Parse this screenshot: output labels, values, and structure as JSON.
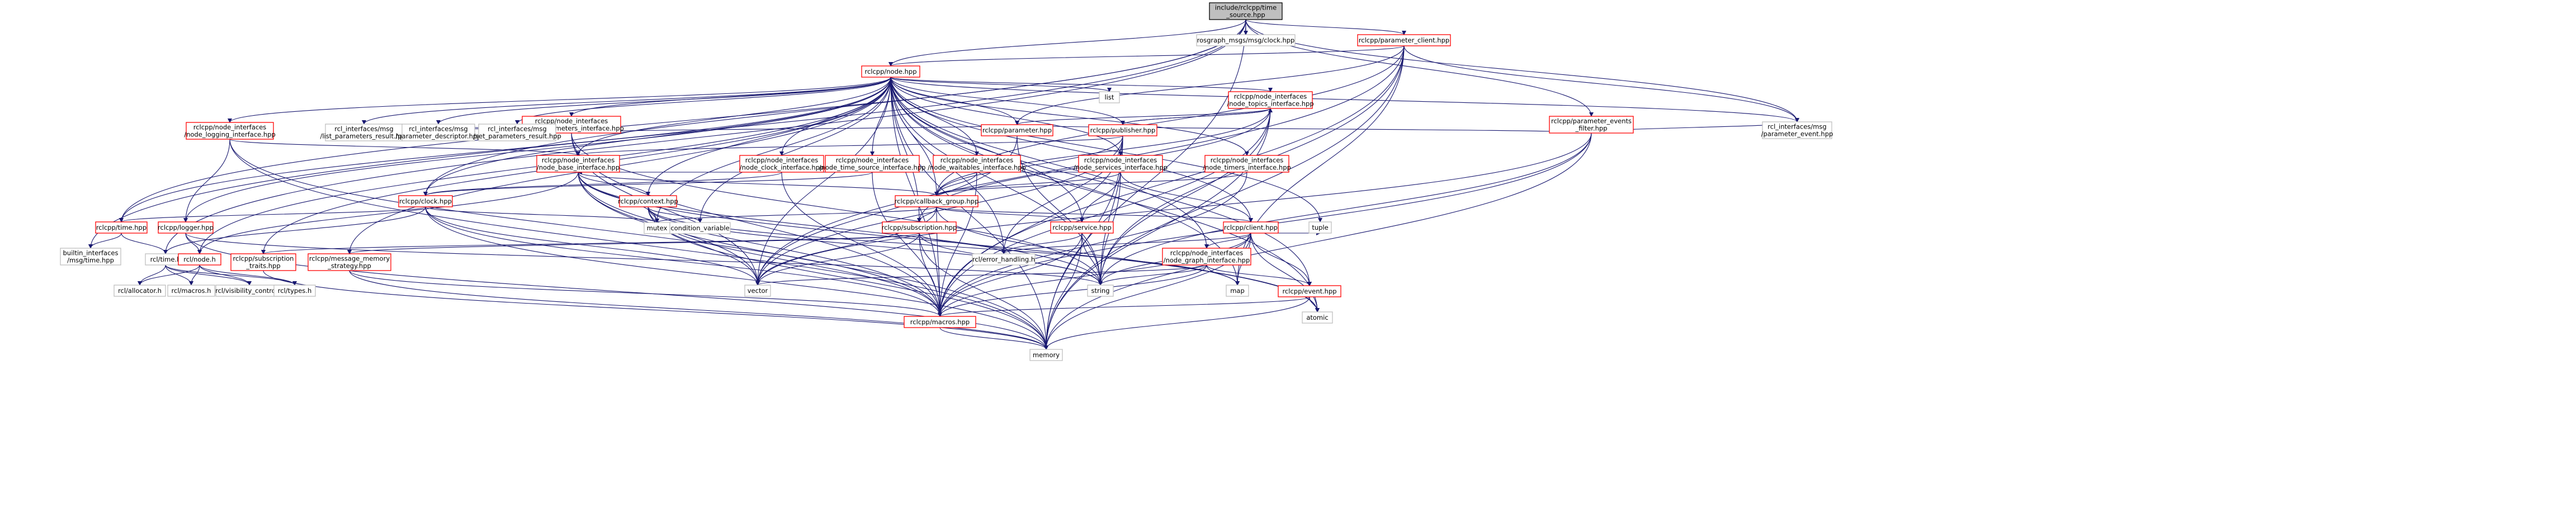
{
  "colors": {
    "root_fill": "#bfbfbf",
    "root_border": "#000000",
    "linked_border": "#ff0000",
    "external_border": "#bfbfbf",
    "node_fill": "#ffffff",
    "edge": "#191970"
  },
  "nodes": [
    {
      "id": "root",
      "lines": [
        "include/rclcpp/time",
        "_source.hpp"
      ],
      "kind": "root"
    },
    {
      "id": "clock_msg",
      "lines": [
        "rosgraph_msgs/msg/clock.hpp"
      ],
      "kind": "external"
    },
    {
      "id": "parameter_client",
      "lines": [
        "rclcpp/parameter_client.hpp"
      ],
      "kind": "linked"
    },
    {
      "id": "node",
      "lines": [
        "rclcpp/node.hpp"
      ],
      "kind": "linked"
    },
    {
      "id": "list",
      "lines": [
        "list"
      ],
      "kind": "external"
    },
    {
      "id": "parameter_events_filter",
      "lines": [
        "rclcpp/parameter_events",
        "_filter.hpp"
      ],
      "kind": "linked"
    },
    {
      "id": "ni_parameters",
      "lines": [
        "rclcpp/node_interfaces",
        "/node_parameters_interface.hpp"
      ],
      "kind": "linked"
    },
    {
      "id": "ni_topics",
      "lines": [
        "rclcpp/node_interfaces",
        "/node_topics_interface.hpp"
      ],
      "kind": "linked"
    },
    {
      "id": "rcl_param_event",
      "lines": [
        "rcl_interfaces/msg",
        "/parameter_event.hpp"
      ],
      "kind": "external"
    },
    {
      "id": "ni_logging",
      "lines": [
        "rclcpp/node_interfaces",
        "/node_logging_interface.hpp"
      ],
      "kind": "linked"
    },
    {
      "id": "list_params_result",
      "lines": [
        "rcl_interfaces/msg",
        "/list_parameters_result.hpp"
      ],
      "kind": "external"
    },
    {
      "id": "param_descriptor",
      "lines": [
        "rcl_interfaces/msg",
        "/parameter_descriptor.hpp"
      ],
      "kind": "external"
    },
    {
      "id": "set_params_result",
      "lines": [
        "rcl_interfaces/msg",
        "/set_parameters_result.hpp"
      ],
      "kind": "external"
    },
    {
      "id": "parameter",
      "lines": [
        "rclcpp/parameter.hpp"
      ],
      "kind": "linked"
    },
    {
      "id": "publisher",
      "lines": [
        "rclcpp/publisher.hpp"
      ],
      "kind": "linked"
    },
    {
      "id": "ni_base",
      "lines": [
        "rclcpp/node_interfaces",
        "/node_base_interface.hpp"
      ],
      "kind": "linked"
    },
    {
      "id": "ni_clock",
      "lines": [
        "rclcpp/node_interfaces",
        "/node_clock_interface.hpp"
      ],
      "kind": "linked"
    },
    {
      "id": "ni_time_source",
      "lines": [
        "rclcpp/node_interfaces",
        "/node_time_source_interface.hpp"
      ],
      "kind": "linked"
    },
    {
      "id": "ni_waitables",
      "lines": [
        "rclcpp/node_interfaces",
        "/node_waitables_interface.hpp"
      ],
      "kind": "linked"
    },
    {
      "id": "ni_services",
      "lines": [
        "rclcpp/node_interfaces",
        "/node_services_interface.hpp"
      ],
      "kind": "linked"
    },
    {
      "id": "ni_timers",
      "lines": [
        "rclcpp/node_interfaces",
        "/node_timers_interface.hpp"
      ],
      "kind": "linked"
    },
    {
      "id": "clock",
      "lines": [
        "rclcpp/clock.hpp"
      ],
      "kind": "linked"
    },
    {
      "id": "context",
      "lines": [
        "rclcpp/context.hpp"
      ],
      "kind": "linked"
    },
    {
      "id": "callback_group",
      "lines": [
        "rclcpp/callback_group.hpp"
      ],
      "kind": "linked"
    },
    {
      "id": "time",
      "lines": [
        "rclcpp/time.hpp"
      ],
      "kind": "linked"
    },
    {
      "id": "logger",
      "lines": [
        "rclcpp/logger.hpp"
      ],
      "kind": "linked"
    },
    {
      "id": "mutex",
      "lines": [
        "mutex"
      ],
      "kind": "external"
    },
    {
      "id": "condition_variable",
      "lines": [
        "condition_variable"
      ],
      "kind": "external"
    },
    {
      "id": "subscription",
      "lines": [
        "rclcpp/subscription.hpp"
      ],
      "kind": "linked"
    },
    {
      "id": "service",
      "lines": [
        "rclcpp/service.hpp"
      ],
      "kind": "linked"
    },
    {
      "id": "client",
      "lines": [
        "rclcpp/client.hpp"
      ],
      "kind": "linked"
    },
    {
      "id": "tuple",
      "lines": [
        "tuple"
      ],
      "kind": "external"
    },
    {
      "id": "builtin_time",
      "lines": [
        "builtin_interfaces",
        "/msg/time.hpp"
      ],
      "kind": "external"
    },
    {
      "id": "rcl_time",
      "lines": [
        "rcl/time.h"
      ],
      "kind": "external"
    },
    {
      "id": "rcl_node",
      "lines": [
        "rcl/node.h"
      ],
      "kind": "linked"
    },
    {
      "id": "subscription_traits",
      "lines": [
        "rclcpp/subscription",
        "_traits.hpp"
      ],
      "kind": "linked"
    },
    {
      "id": "message_memory_strategy",
      "lines": [
        "rclcpp/message_memory",
        "_strategy.hpp"
      ],
      "kind": "linked"
    },
    {
      "id": "ni_graph",
      "lines": [
        "rclcpp/node_interfaces",
        "/node_graph_interface.hpp"
      ],
      "kind": "linked"
    },
    {
      "id": "error_handling",
      "lines": [
        "rcl/error_handling.h"
      ],
      "kind": "external"
    },
    {
      "id": "rcl_allocator",
      "lines": [
        "rcl/allocator.h"
      ],
      "kind": "external"
    },
    {
      "id": "rcl_macros",
      "lines": [
        "rcl/macros.h"
      ],
      "kind": "external"
    },
    {
      "id": "visibility_control",
      "lines": [
        "rcl/visibility_control.h"
      ],
      "kind": "external"
    },
    {
      "id": "rcl_types",
      "lines": [
        "rcl/types.h"
      ],
      "kind": "external"
    },
    {
      "id": "vector",
      "lines": [
        "vector"
      ],
      "kind": "external"
    },
    {
      "id": "string",
      "lines": [
        "string"
      ],
      "kind": "external"
    },
    {
      "id": "map",
      "lines": [
        "map"
      ],
      "kind": "external"
    },
    {
      "id": "event",
      "lines": [
        "rclcpp/event.hpp"
      ],
      "kind": "linked"
    },
    {
      "id": "atomic",
      "lines": [
        "atomic"
      ],
      "kind": "external"
    },
    {
      "id": "rclcpp_macros",
      "lines": [
        "rclcpp/macros.hpp"
      ],
      "kind": "linked"
    },
    {
      "id": "memory",
      "lines": [
        "memory"
      ],
      "kind": "external"
    }
  ],
  "edges": [
    [
      "root",
      "clock_msg"
    ],
    [
      "root",
      "parameter_client"
    ],
    [
      "root",
      "node"
    ],
    [
      "root",
      "builtin_time"
    ],
    [
      "root",
      "rcl_time"
    ],
    [
      "root",
      "time"
    ],
    [
      "root",
      "clock"
    ],
    [
      "root",
      "rcl_param_event"
    ],
    [
      "root",
      "parameter_events_filter"
    ],
    [
      "root",
      "memory"
    ],
    [
      "parameter_client",
      "node"
    ],
    [
      "parameter_client",
      "parameter"
    ],
    [
      "parameter_client",
      "rcl_param_event"
    ],
    [
      "parameter_client",
      "string"
    ],
    [
      "parameter_client",
      "vector"
    ],
    [
      "parameter_client",
      "map"
    ],
    [
      "parameter_client",
      "memory"
    ],
    [
      "parameter_client",
      "rclcpp_macros"
    ],
    [
      "parameter_client",
      "callback_group"
    ],
    [
      "node",
      "list"
    ],
    [
      "node",
      "ni_parameters"
    ],
    [
      "node",
      "ni_topics"
    ],
    [
      "node",
      "ni_logging"
    ],
    [
      "node",
      "list_params_result"
    ],
    [
      "node",
      "param_descriptor"
    ],
    [
      "node",
      "set_params_result"
    ],
    [
      "node",
      "parameter"
    ],
    [
      "node",
      "publisher"
    ],
    [
      "node",
      "ni_base"
    ],
    [
      "node",
      "ni_clock"
    ],
    [
      "node",
      "ni_time_source"
    ],
    [
      "node",
      "ni_waitables"
    ],
    [
      "node",
      "ni_services"
    ],
    [
      "node",
      "ni_timers"
    ],
    [
      "node",
      "clock"
    ],
    [
      "node",
      "context"
    ],
    [
      "node",
      "callback_group"
    ],
    [
      "node",
      "time"
    ],
    [
      "node",
      "logger"
    ],
    [
      "node",
      "subscription"
    ],
    [
      "node",
      "service"
    ],
    [
      "node",
      "client"
    ],
    [
      "node",
      "tuple"
    ],
    [
      "node",
      "map"
    ],
    [
      "node",
      "vector"
    ],
    [
      "node",
      "string"
    ],
    [
      "node",
      "memory"
    ],
    [
      "node",
      "rclcpp_macros"
    ],
    [
      "node",
      "message_memory_strategy"
    ],
    [
      "node",
      "ni_graph"
    ],
    [
      "node",
      "rcl_node"
    ],
    [
      "node",
      "event"
    ],
    [
      "node",
      "rcl_param_event"
    ],
    [
      "node",
      "mutex"
    ],
    [
      "node",
      "condition_variable"
    ],
    [
      "node",
      "error_handling"
    ],
    [
      "node",
      "subscription_traits"
    ],
    [
      "node",
      "atomic"
    ],
    [
      "parameter_events_filter",
      "rcl_param_event"
    ],
    [
      "parameter_events_filter",
      "parameter"
    ],
    [
      "parameter_events_filter",
      "string"
    ],
    [
      "parameter_events_filter",
      "vector"
    ],
    [
      "parameter_events_filter",
      "memory"
    ],
    [
      "parameter_events_filter",
      "rclcpp_macros"
    ],
    [
      "ni_parameters",
      "list_params_result"
    ],
    [
      "ni_parameters",
      "param_descriptor"
    ],
    [
      "ni_parameters",
      "set_params_result"
    ],
    [
      "ni_parameters",
      "parameter"
    ],
    [
      "ni_parameters",
      "string"
    ],
    [
      "ni_parameters",
      "vector"
    ],
    [
      "ni_parameters",
      "rclcpp_macros"
    ],
    [
      "ni_topics",
      "publisher"
    ],
    [
      "ni_topics",
      "subscription"
    ],
    [
      "ni_topics",
      "callback_group"
    ],
    [
      "ni_topics",
      "parameter"
    ],
    [
      "ni_topics",
      "string"
    ],
    [
      "ni_topics",
      "rclcpp_macros"
    ],
    [
      "ni_topics",
      "memory"
    ],
    [
      "ni_logging",
      "logger"
    ],
    [
      "ni_logging",
      "ni_base"
    ],
    [
      "ni_logging",
      "memory"
    ],
    [
      "ni_logging",
      "rclcpp_macros"
    ],
    [
      "parameter",
      "string"
    ],
    [
      "parameter",
      "vector"
    ],
    [
      "publisher",
      "ni_base"
    ],
    [
      "publisher",
      "ni_topics"
    ],
    [
      "publisher",
      "callback_group"
    ],
    [
      "publisher",
      "vector"
    ],
    [
      "publisher",
      "string"
    ],
    [
      "publisher",
      "memory"
    ],
    [
      "publisher",
      "rclcpp_macros"
    ],
    [
      "publisher",
      "error_handling"
    ],
    [
      "ni_base",
      "context"
    ],
    [
      "ni_base",
      "callback_group"
    ],
    [
      "ni_base",
      "rcl_node"
    ],
    [
      "ni_base",
      "mutex"
    ],
    [
      "ni_base",
      "vector"
    ],
    [
      "ni_base",
      "string"
    ],
    [
      "ni_base",
      "memory"
    ],
    [
      "ni_base",
      "rclcpp_macros"
    ],
    [
      "ni_base",
      "atomic"
    ],
    [
      "ni_clock",
      "clock"
    ],
    [
      "ni_clock",
      "ni_base"
    ],
    [
      "ni_clock",
      "rclcpp_macros"
    ],
    [
      "ni_time_source",
      "ni_base"
    ],
    [
      "ni_time_source",
      "clock"
    ],
    [
      "ni_time_source",
      "rclcpp_macros"
    ],
    [
      "ni_waitables",
      "callback_group"
    ],
    [
      "ni_waitables",
      "ni_base"
    ],
    [
      "ni_waitables",
      "rclcpp_macros"
    ],
    [
      "ni_services",
      "service"
    ],
    [
      "ni_services",
      "client"
    ],
    [
      "ni_services",
      "callback_group"
    ],
    [
      "ni_services",
      "ni_base"
    ],
    [
      "ni_services",
      "string"
    ],
    [
      "ni_timers",
      "callback_group"
    ],
    [
      "ni_timers",
      "ni_base"
    ],
    [
      "ni_timers",
      "rclcpp_macros"
    ],
    [
      "clock",
      "time"
    ],
    [
      "clock",
      "mutex"
    ],
    [
      "clock",
      "rcl_time"
    ],
    [
      "clock",
      "vector"
    ],
    [
      "clock",
      "memory"
    ],
    [
      "clock",
      "rclcpp_macros"
    ],
    [
      "context",
      "mutex"
    ],
    [
      "context",
      "condition_variable"
    ],
    [
      "context",
      "string"
    ],
    [
      "context",
      "vector"
    ],
    [
      "context",
      "memory"
    ],
    [
      "context",
      "rclcpp_macros"
    ],
    [
      "context",
      "map"
    ],
    [
      "callback_group",
      "subscription"
    ],
    [
      "callback_group",
      "service"
    ],
    [
      "callback_group",
      "client"
    ],
    [
      "callback_group",
      "mutex"
    ],
    [
      "callback_group",
      "vector"
    ],
    [
      "callback_group",
      "atomic"
    ],
    [
      "callback_group",
      "rclcpp_macros"
    ],
    [
      "time",
      "builtin_time"
    ],
    [
      "time",
      "rcl_time"
    ],
    [
      "logger",
      "rcl_node"
    ],
    [
      "logger",
      "memory"
    ],
    [
      "logger",
      "string"
    ],
    [
      "subscription",
      "subscription_traits"
    ],
    [
      "subscription",
      "message_memory_strategy"
    ],
    [
      "subscription",
      "error_handling"
    ],
    [
      "subscription",
      "rclcpp_macros"
    ],
    [
      "subscription",
      "string"
    ],
    [
      "subscription",
      "memory"
    ],
    [
      "subscription",
      "vector"
    ],
    [
      "service",
      "error_handling"
    ],
    [
      "service",
      "string"
    ],
    [
      "service",
      "memory"
    ],
    [
      "service",
      "rclcpp_macros"
    ],
    [
      "client",
      "ni_graph"
    ],
    [
      "client",
      "error_handling"
    ],
    [
      "client",
      "map"
    ],
    [
      "client",
      "tuple"
    ],
    [
      "client",
      "string"
    ],
    [
      "client",
      "memory"
    ],
    [
      "client",
      "rclcpp_macros"
    ],
    [
      "client",
      "atomic"
    ],
    [
      "client",
      "event"
    ],
    [
      "rcl_time",
      "rcl_allocator"
    ],
    [
      "rcl_time",
      "rcl_macros"
    ],
    [
      "rcl_time",
      "rcl_types"
    ],
    [
      "rcl_time",
      "visibility_control"
    ],
    [
      "rcl_node",
      "rcl_allocator"
    ],
    [
      "rcl_node",
      "rcl_macros"
    ],
    [
      "rcl_node",
      "rcl_types"
    ],
    [
      "rcl_node",
      "visibility_control"
    ],
    [
      "subscription_traits",
      "memory"
    ],
    [
      "message_memory_strategy",
      "memory"
    ],
    [
      "message_memory_strategy",
      "rclcpp_macros"
    ],
    [
      "ni_graph",
      "map"
    ],
    [
      "ni_graph",
      "string"
    ],
    [
      "ni_graph",
      "vector"
    ],
    [
      "ni_graph",
      "event"
    ],
    [
      "ni_graph",
      "rclcpp_macros"
    ],
    [
      "event",
      "atomic"
    ],
    [
      "event",
      "memory"
    ],
    [
      "event",
      "rclcpp_macros"
    ],
    [
      "rclcpp_macros",
      "memory"
    ]
  ]
}
